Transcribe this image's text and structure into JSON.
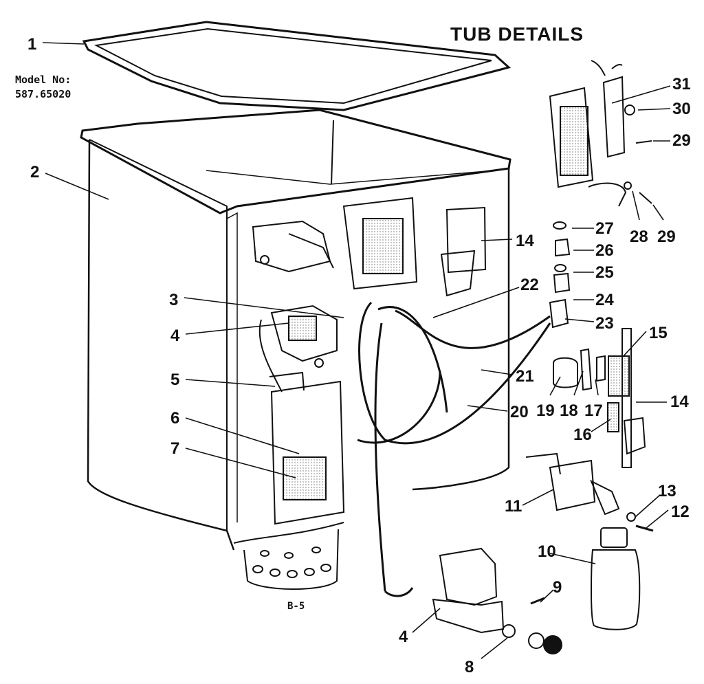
{
  "title": "TUB DETAILS",
  "model": {
    "label": "Model No:",
    "number": "587.65020"
  },
  "page_code": "B-5",
  "callouts": [
    "1",
    "2",
    "3",
    "4",
    "5",
    "6",
    "7",
    "14",
    "22",
    "21",
    "20",
    "19",
    "18",
    "17",
    "16",
    "15",
    "14",
    "23",
    "24",
    "25",
    "26",
    "27",
    "28",
    "29",
    "30",
    "31",
    "29",
    "11",
    "13",
    "12",
    "10",
    "9",
    "4",
    "8"
  ]
}
